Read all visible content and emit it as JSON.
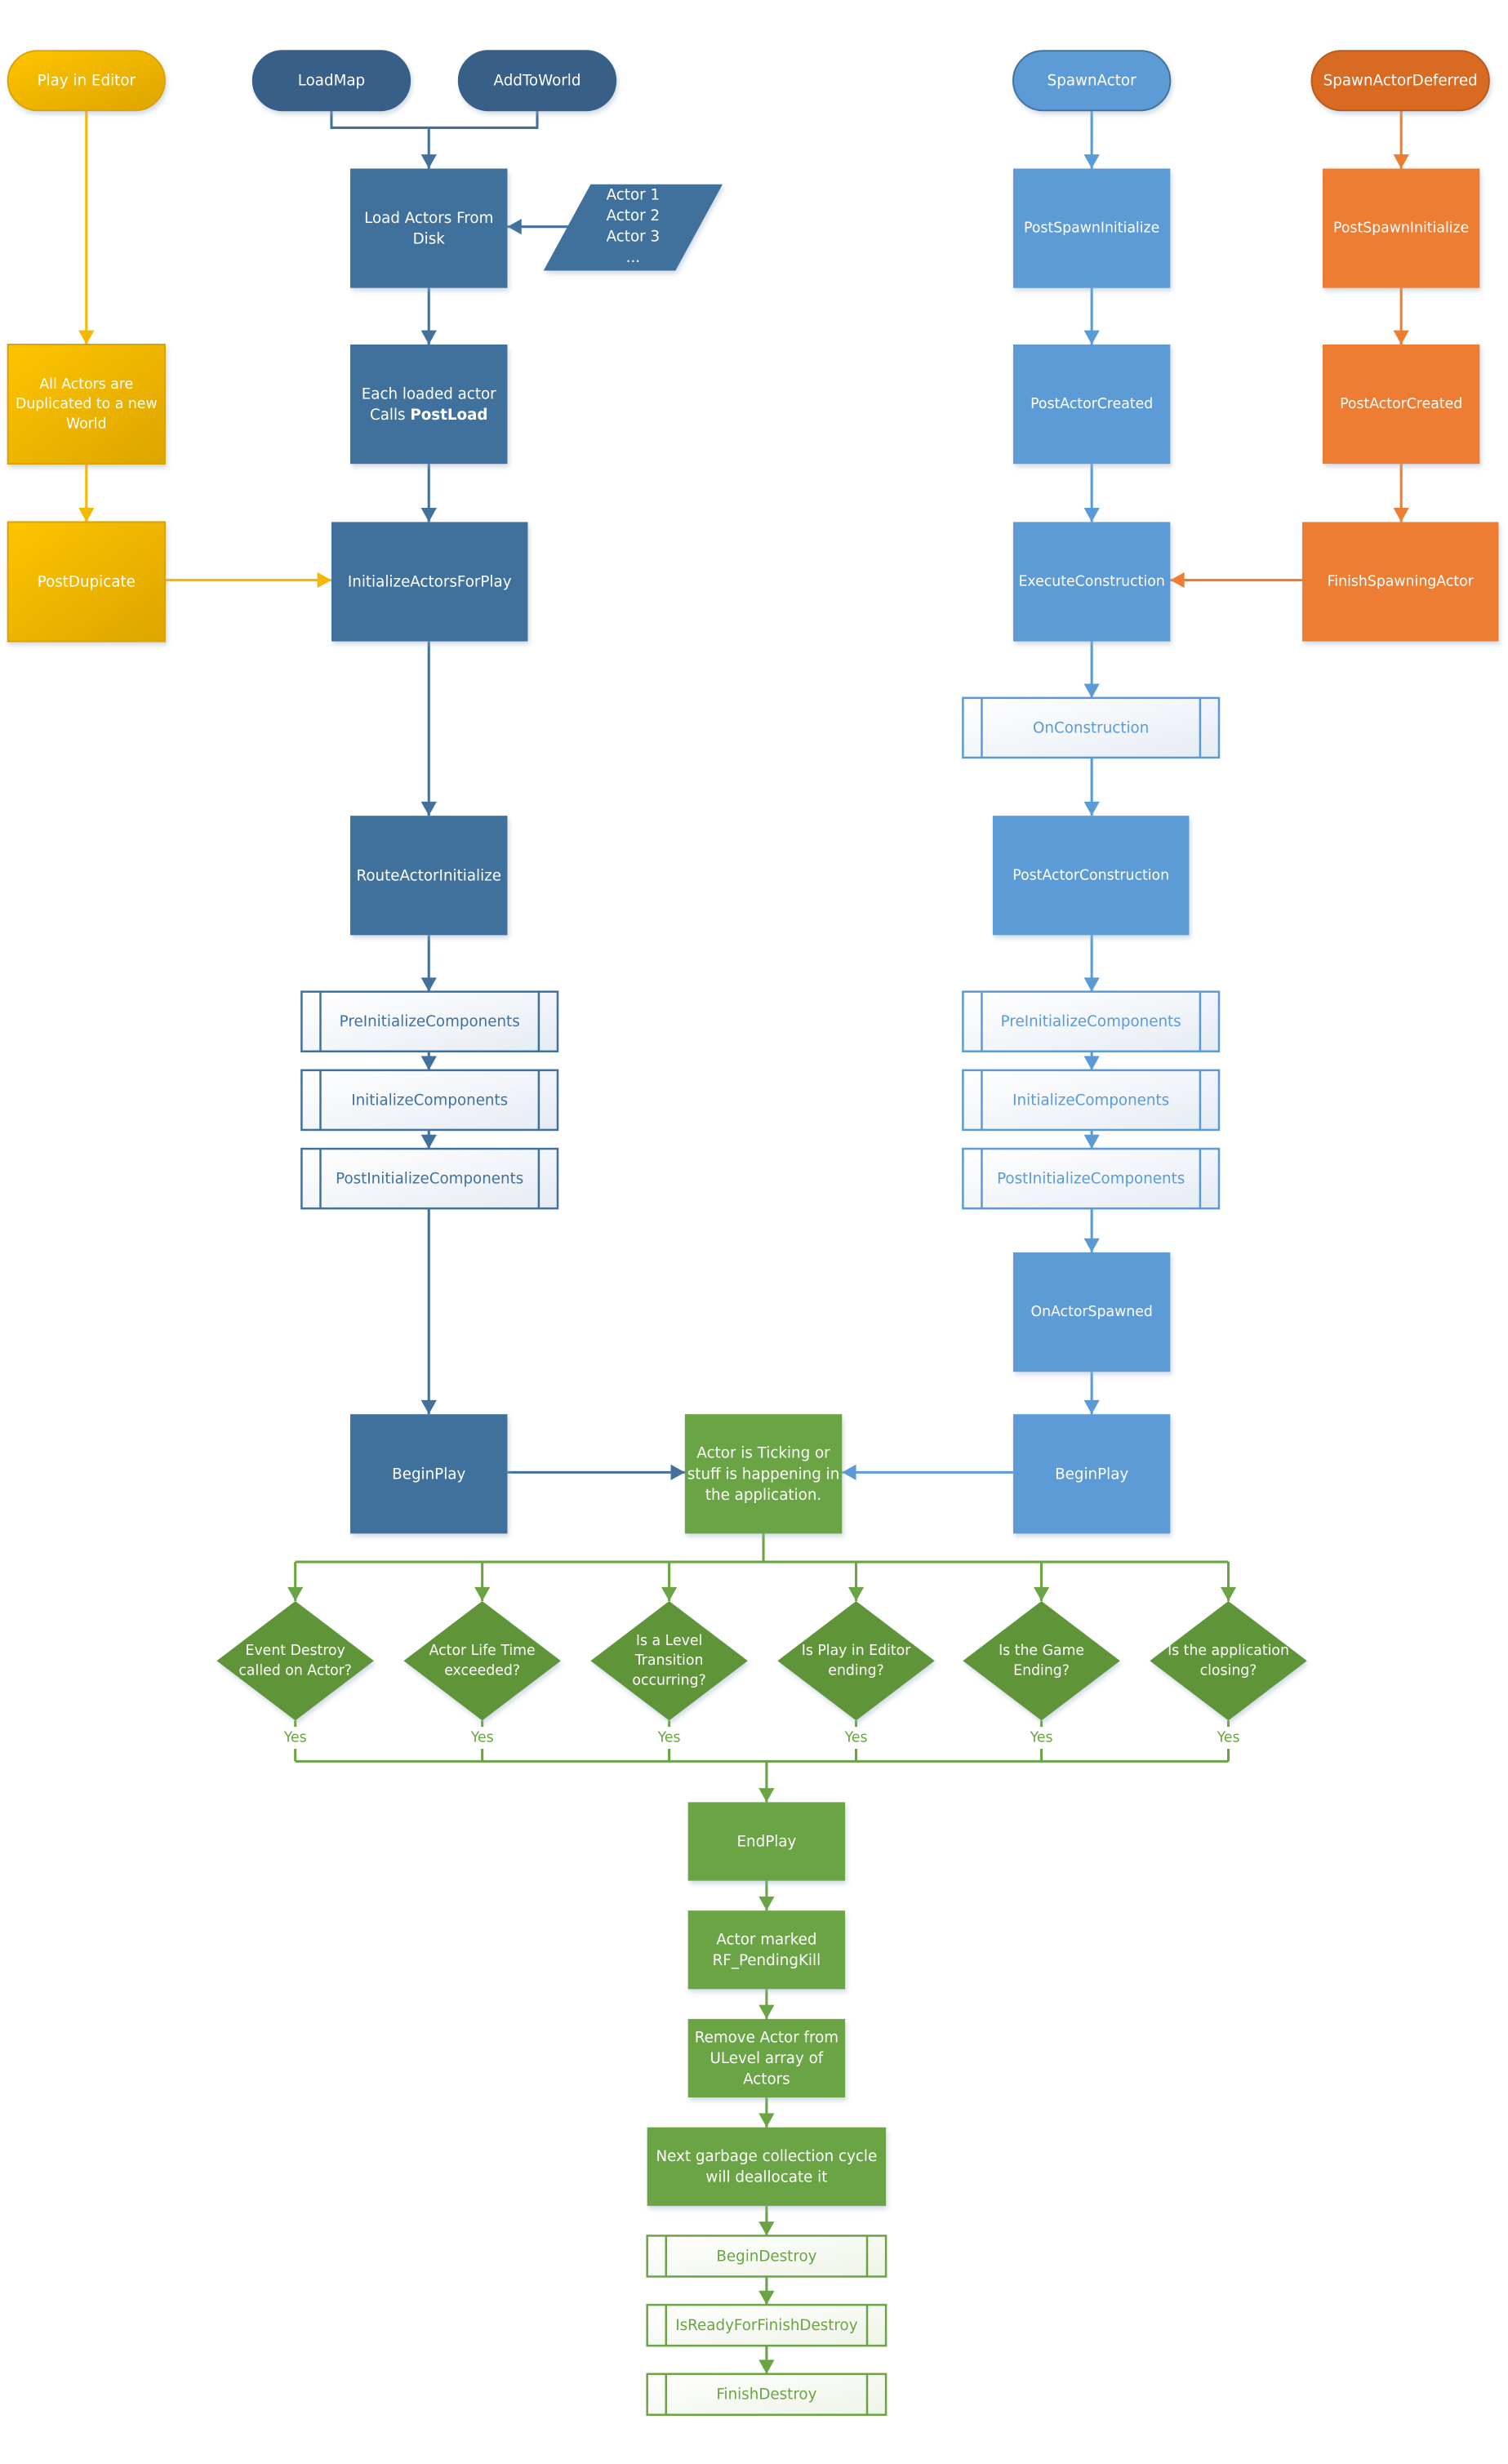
{
  "colors": {
    "yellow": "#F5B800",
    "yellow_dark": "#D9A300",
    "dark_blue": "#41719C",
    "dark_blue_pill": "#375F87",
    "light_blue": "#5B9BD5",
    "orange": "#ED7D31",
    "orange_pill": "#D86A22",
    "green": "#6AA444",
    "green_diamond": "#5E9438"
  },
  "nodes": {
    "play_in_editor": {
      "lines": [
        "Play in Editor"
      ]
    },
    "all_actors_duplicated": {
      "lines": [
        "All Actors are",
        "Duplicated to a new",
        "World"
      ]
    },
    "post_dupicate": {
      "lines": [
        "PostDupicate"
      ]
    },
    "load_map": {
      "lines": [
        "LoadMap"
      ]
    },
    "add_to_world": {
      "lines": [
        "AddToWorld"
      ]
    },
    "load_actors_from_disk": {
      "lines": [
        "Load Actors From",
        "Disk"
      ]
    },
    "actor_list": {
      "lines": [
        "Actor 1",
        "Actor 2",
        "Actor 3",
        "..."
      ]
    },
    "each_loaded_actor": {
      "lines": [
        "Each loaded actor",
        "Calls PostLoad"
      ],
      "bold": "PostLoad"
    },
    "initialize_actors_for_play": {
      "lines": [
        "InitializeActorsForPlay"
      ]
    },
    "route_actor_initialize": {
      "lines": [
        "RouteActorInitialize"
      ]
    },
    "pre_initialize_components_left": {
      "lines": [
        "PreInitializeComponents"
      ]
    },
    "initialize_components_left": {
      "lines": [
        "InitializeComponents"
      ]
    },
    "post_initialize_components_left": {
      "lines": [
        "PostInitializeComponents"
      ]
    },
    "begin_play_left": {
      "lines": [
        "BeginPlay"
      ]
    },
    "actor_is_ticking": {
      "lines": [
        "Actor is Ticking or",
        "stuff is happening in",
        "the application."
      ]
    },
    "spawn_actor": {
      "lines": [
        "SpawnActor"
      ]
    },
    "post_spawn_initialize": {
      "lines": [
        "PostSpawnInitialize"
      ]
    },
    "post_actor_created": {
      "lines": [
        "PostActorCreated"
      ]
    },
    "execute_construction": {
      "lines": [
        "ExecuteConstruction"
      ]
    },
    "on_construction": {
      "lines": [
        "OnConstruction"
      ]
    },
    "post_actor_construction": {
      "lines": [
        "PostActorConstruction"
      ]
    },
    "pre_initialize_components_right": {
      "lines": [
        "PreInitializeComponents"
      ]
    },
    "initialize_components_right": {
      "lines": [
        "InitializeComponents"
      ]
    },
    "post_initialize_components_right": {
      "lines": [
        "PostInitializeComponents"
      ]
    },
    "on_actor_spawned": {
      "lines": [
        "OnActorSpawned"
      ]
    },
    "begin_play_right": {
      "lines": [
        "BeginPlay"
      ]
    },
    "spawn_actor_deferred": {
      "lines": [
        "SpawnActorDeferred"
      ]
    },
    "post_spawn_initialize_deferred": {
      "lines": [
        "PostSpawnInitialize"
      ]
    },
    "post_actor_created_deferred": {
      "lines": [
        "PostActorCreated"
      ]
    },
    "finish_spawning_actor": {
      "lines": [
        "FinishSpawningActor"
      ]
    },
    "event_destroy": {
      "lines": [
        "Event Destroy",
        "called on Actor?"
      ]
    },
    "actor_life_time": {
      "lines": [
        "Actor Life Time",
        "exceeded?"
      ]
    },
    "level_transition": {
      "lines": [
        "Is a Level",
        "Transition",
        "occurring?"
      ]
    },
    "play_in_editor_ending": {
      "lines": [
        "Is Play in Editor",
        "ending?"
      ]
    },
    "game_ending": {
      "lines": [
        "Is the Game",
        "Ending?"
      ]
    },
    "application_closing": {
      "lines": [
        "Is the application",
        "closing?"
      ]
    },
    "end_play": {
      "lines": [
        "EndPlay"
      ]
    },
    "actor_marked_pending_kill": {
      "lines": [
        "Actor marked",
        "RF_PendingKill"
      ]
    },
    "remove_actor_from_ulevel": {
      "lines": [
        "Remove Actor from",
        "ULevel array of",
        "Actors"
      ]
    },
    "garbage_collection": {
      "lines": [
        "Next garbage collection cycle",
        "will deallocate it"
      ]
    },
    "begin_destroy": {
      "lines": [
        "BeginDestroy"
      ]
    },
    "is_ready_for_finish_destroy": {
      "lines": [
        "IsReadyForFinishDestroy"
      ]
    },
    "finish_destroy": {
      "lines": [
        "FinishDestroy"
      ]
    }
  },
  "decision_label": "Yes"
}
